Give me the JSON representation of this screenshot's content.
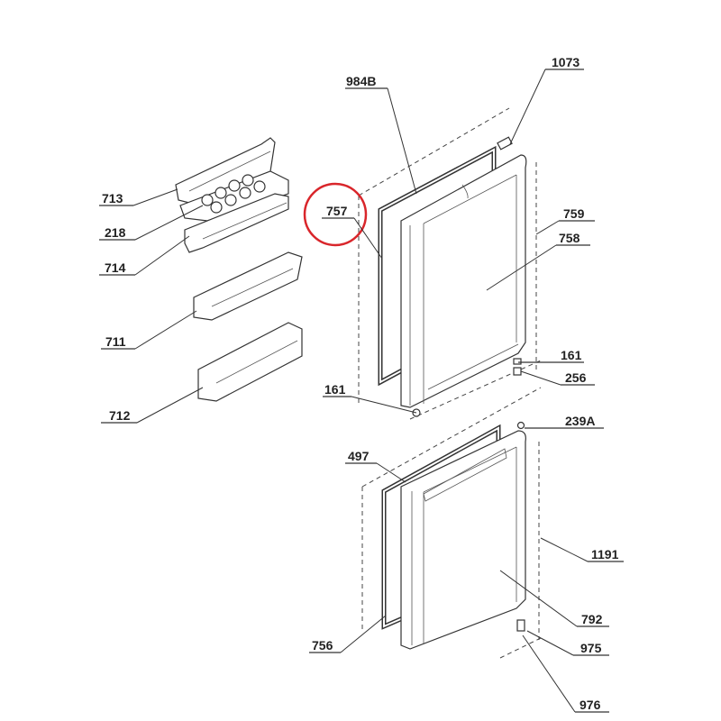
{
  "diagram": {
    "highlight_color": "#d9262b",
    "highlighted_part": "757",
    "labels": [
      {
        "id": "1073",
        "text": "1073"
      },
      {
        "id": "984B",
        "text": "984B"
      },
      {
        "id": "713",
        "text": "713"
      },
      {
        "id": "218",
        "text": "218"
      },
      {
        "id": "714",
        "text": "714"
      },
      {
        "id": "711",
        "text": "711"
      },
      {
        "id": "712",
        "text": "712"
      },
      {
        "id": "757",
        "text": "757"
      },
      {
        "id": "759",
        "text": "759"
      },
      {
        "id": "758",
        "text": "758"
      },
      {
        "id": "161a",
        "text": "161"
      },
      {
        "id": "256",
        "text": "256"
      },
      {
        "id": "161b",
        "text": "161"
      },
      {
        "id": "239A",
        "text": "239A"
      },
      {
        "id": "497",
        "text": "497"
      },
      {
        "id": "1191",
        "text": "1191"
      },
      {
        "id": "792",
        "text": "792"
      },
      {
        "id": "756",
        "text": "756"
      },
      {
        "id": "975",
        "text": "975"
      },
      {
        "id": "976",
        "text": "976"
      }
    ]
  }
}
